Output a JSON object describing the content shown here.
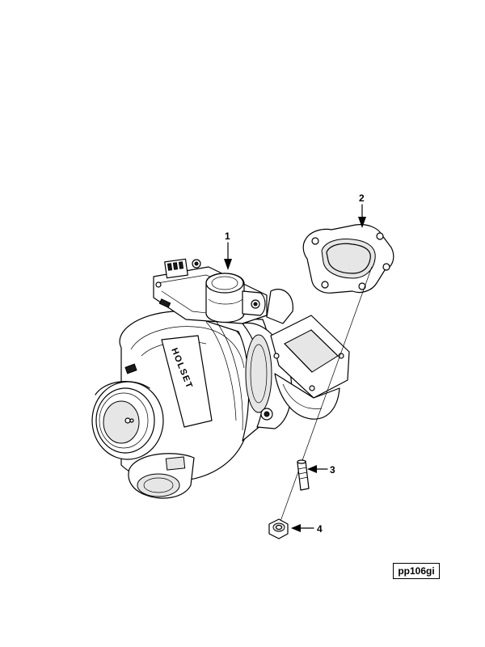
{
  "callouts": [
    {
      "id": "1",
      "label": "1"
    },
    {
      "id": "2",
      "label": "2"
    },
    {
      "id": "3",
      "label": "3"
    },
    {
      "id": "4",
      "label": "4"
    }
  ],
  "casting_text": "HOLSET",
  "reference_code": "pp106gi"
}
